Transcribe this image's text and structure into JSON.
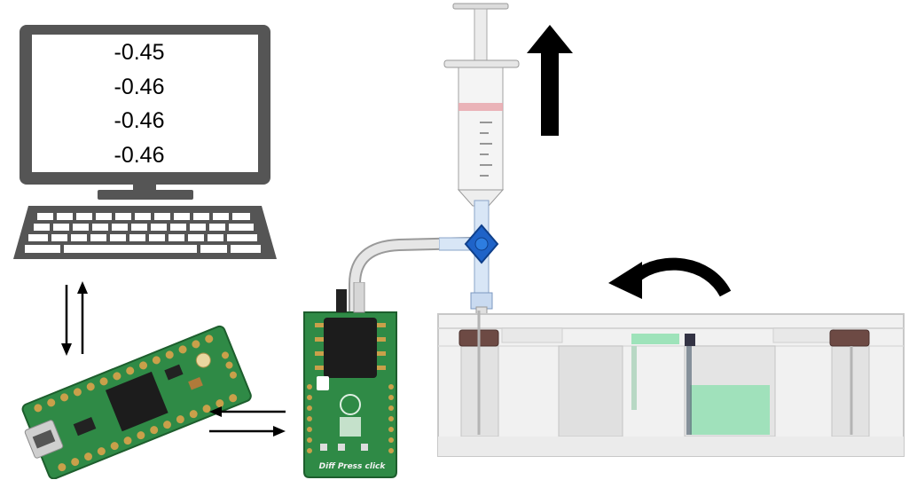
{
  "monitor": {
    "readings": [
      "-0.45",
      "-0.46",
      "-0.46",
      "-0.46"
    ]
  },
  "sensor_board": {
    "label": "Diff Press click"
  },
  "colors": {
    "computer": "#555555",
    "pcb_green": "#2f8a46",
    "chip_black": "#1c1c1c",
    "tube": "#d8d8d8",
    "valve_blue": "#1f63c8",
    "fluid_green": "#8fe0b0",
    "arrow": "#000000",
    "chip_device": "#e8e8e8"
  },
  "icons": [
    "desktop-computer-icon",
    "microcontroller-board-icon",
    "pressure-sensor-board-icon",
    "syringe-icon",
    "stopcock-valve-icon",
    "microfluidic-chip-icon"
  ]
}
